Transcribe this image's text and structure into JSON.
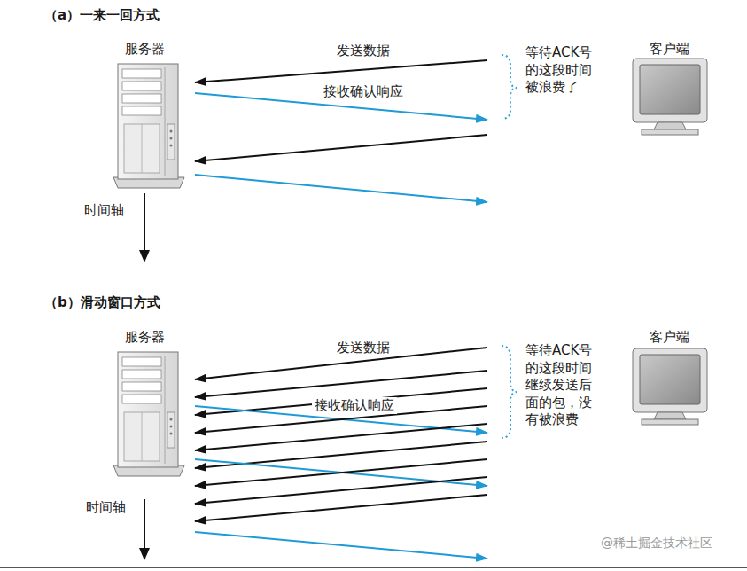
{
  "diagram": {
    "nodes": [
      {
        "text": [
          "服务器"
        ]
      },
      {
        "text": [
          "客户端"
        ]
      },
      {
        "text": [
          "服务器"
        ]
      },
      {
        "text": [
          "客户端"
        ]
      }
    ],
    "edges": [
      {
        "from": 1,
        "to": 0,
        "arrow": "to",
        "label": "发送数据"
      },
      {
        "from": 0,
        "to": 1,
        "arrow": "to",
        "label": "接收确认响应"
      },
      {
        "from": 1,
        "to": 0,
        "arrow": "to"
      },
      {
        "from": 0,
        "to": 1,
        "arrow": "to"
      },
      {
        "from": 3,
        "to": 2,
        "arrow": "to",
        "label": "发送数据"
      },
      {
        "from": 3,
        "to": 2,
        "arrow": "to"
      },
      {
        "from": 3,
        "to": 2,
        "arrow": "to"
      },
      {
        "from": 2,
        "to": 3,
        "arrow": "to",
        "label": "接收确认响应"
      },
      {
        "from": 3,
        "to": 2,
        "arrow": "to"
      },
      {
        "from": 3,
        "to": 2,
        "arrow": "to"
      },
      {
        "from": 3,
        "to": 2,
        "arrow": "to"
      },
      {
        "from": 2,
        "to": 3,
        "arrow": "to"
      },
      {
        "from": 3,
        "to": 2,
        "arrow": "to"
      },
      {
        "from": 3,
        "to": 2,
        "arrow": "to"
      },
      {
        "from": 3,
        "to": 2,
        "arrow": "to"
      },
      {
        "from": 2,
        "to": 3,
        "arrow": "to"
      }
    ],
    "labels": [
      "（a）一来一回方式",
      "等待ACK号的这段时间被浪费了",
      "时间轴",
      "（b）滑动窗口方式",
      "等待ACK号的这段时间继续发送后面的包，没有被浪费",
      "时间轴",
      "@稀土掘金技术社区"
    ]
  }
}
